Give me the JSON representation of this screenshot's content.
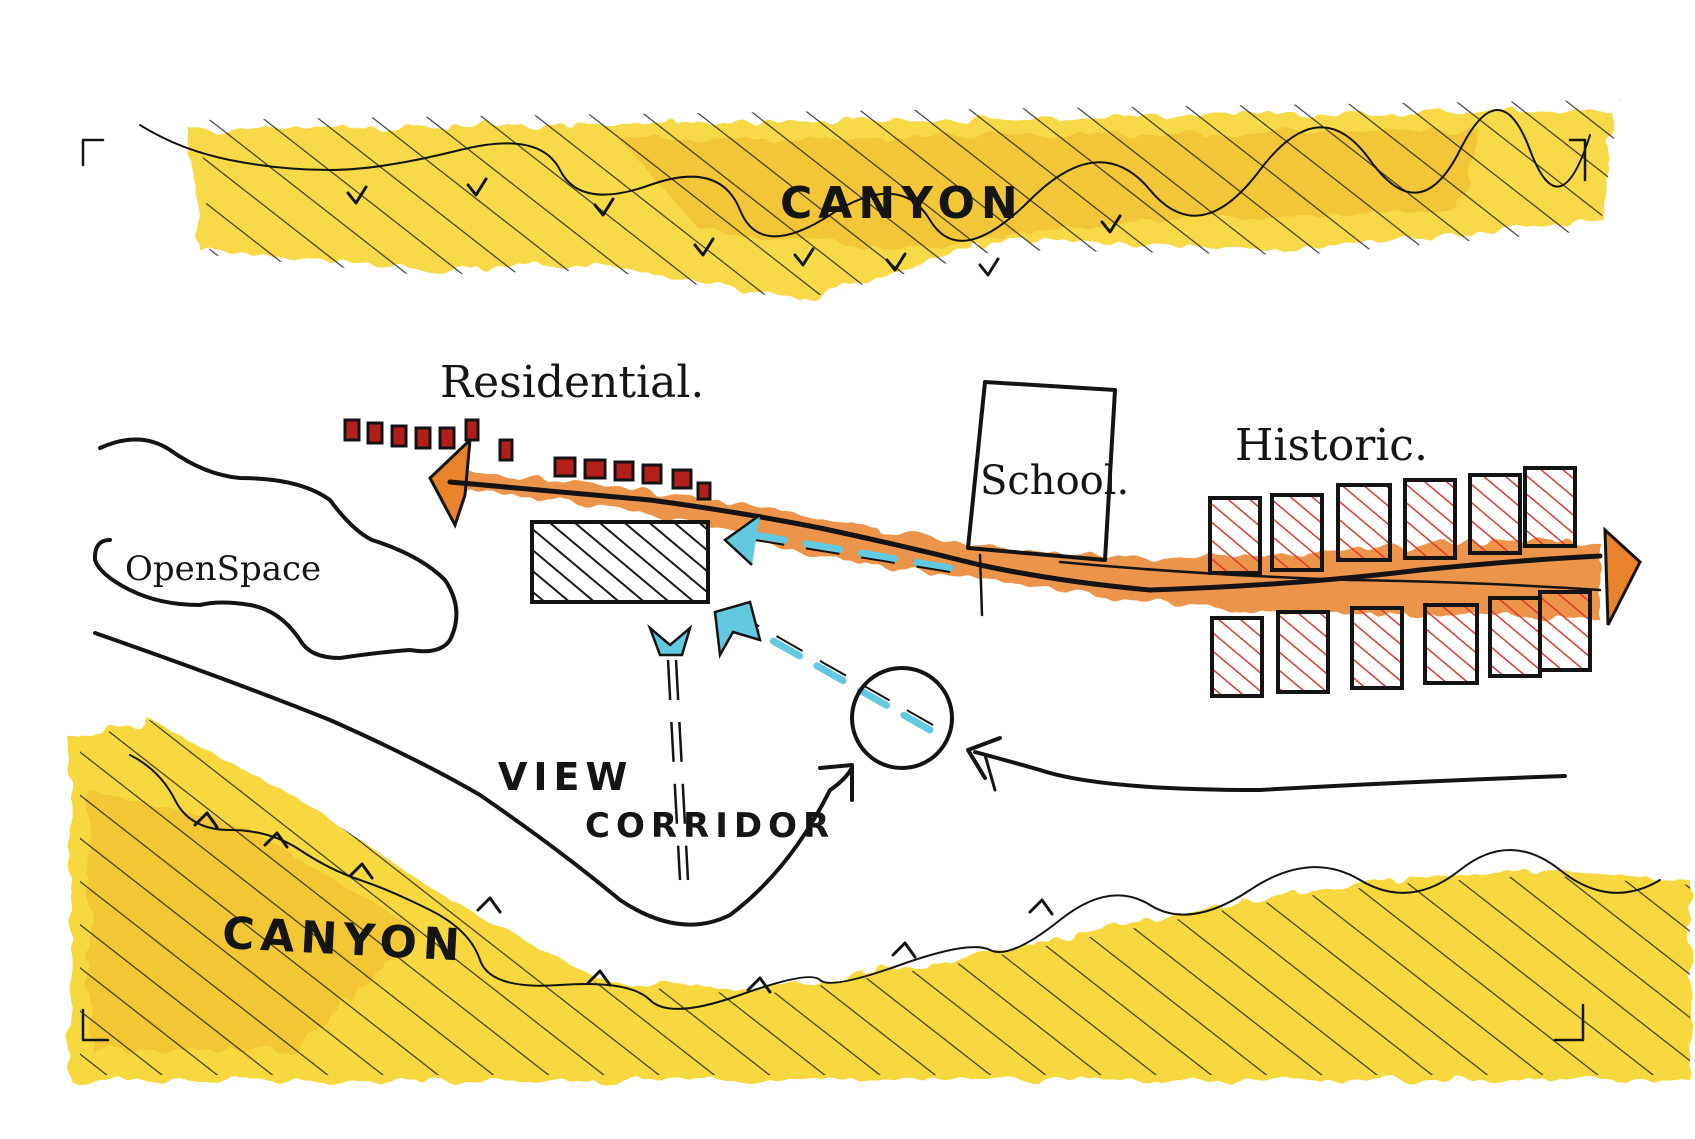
{
  "labels": {
    "canyon_top": "CANYON",
    "canyon_bottom": "CANYON",
    "residential": "Residential.",
    "school": "School.",
    "historic": "Historic.",
    "open_space": "OpenSpace",
    "view": "VIEW",
    "corridor": "CORRIDOR"
  },
  "colors": {
    "canyon_fill": "#f7d42a",
    "canyon_hatch": "#1a1a1a",
    "corridor_fill": "#e9822a",
    "historic_hatch": "#e2392f",
    "view_arrow": "#62c9e0",
    "ink": "#141414"
  }
}
